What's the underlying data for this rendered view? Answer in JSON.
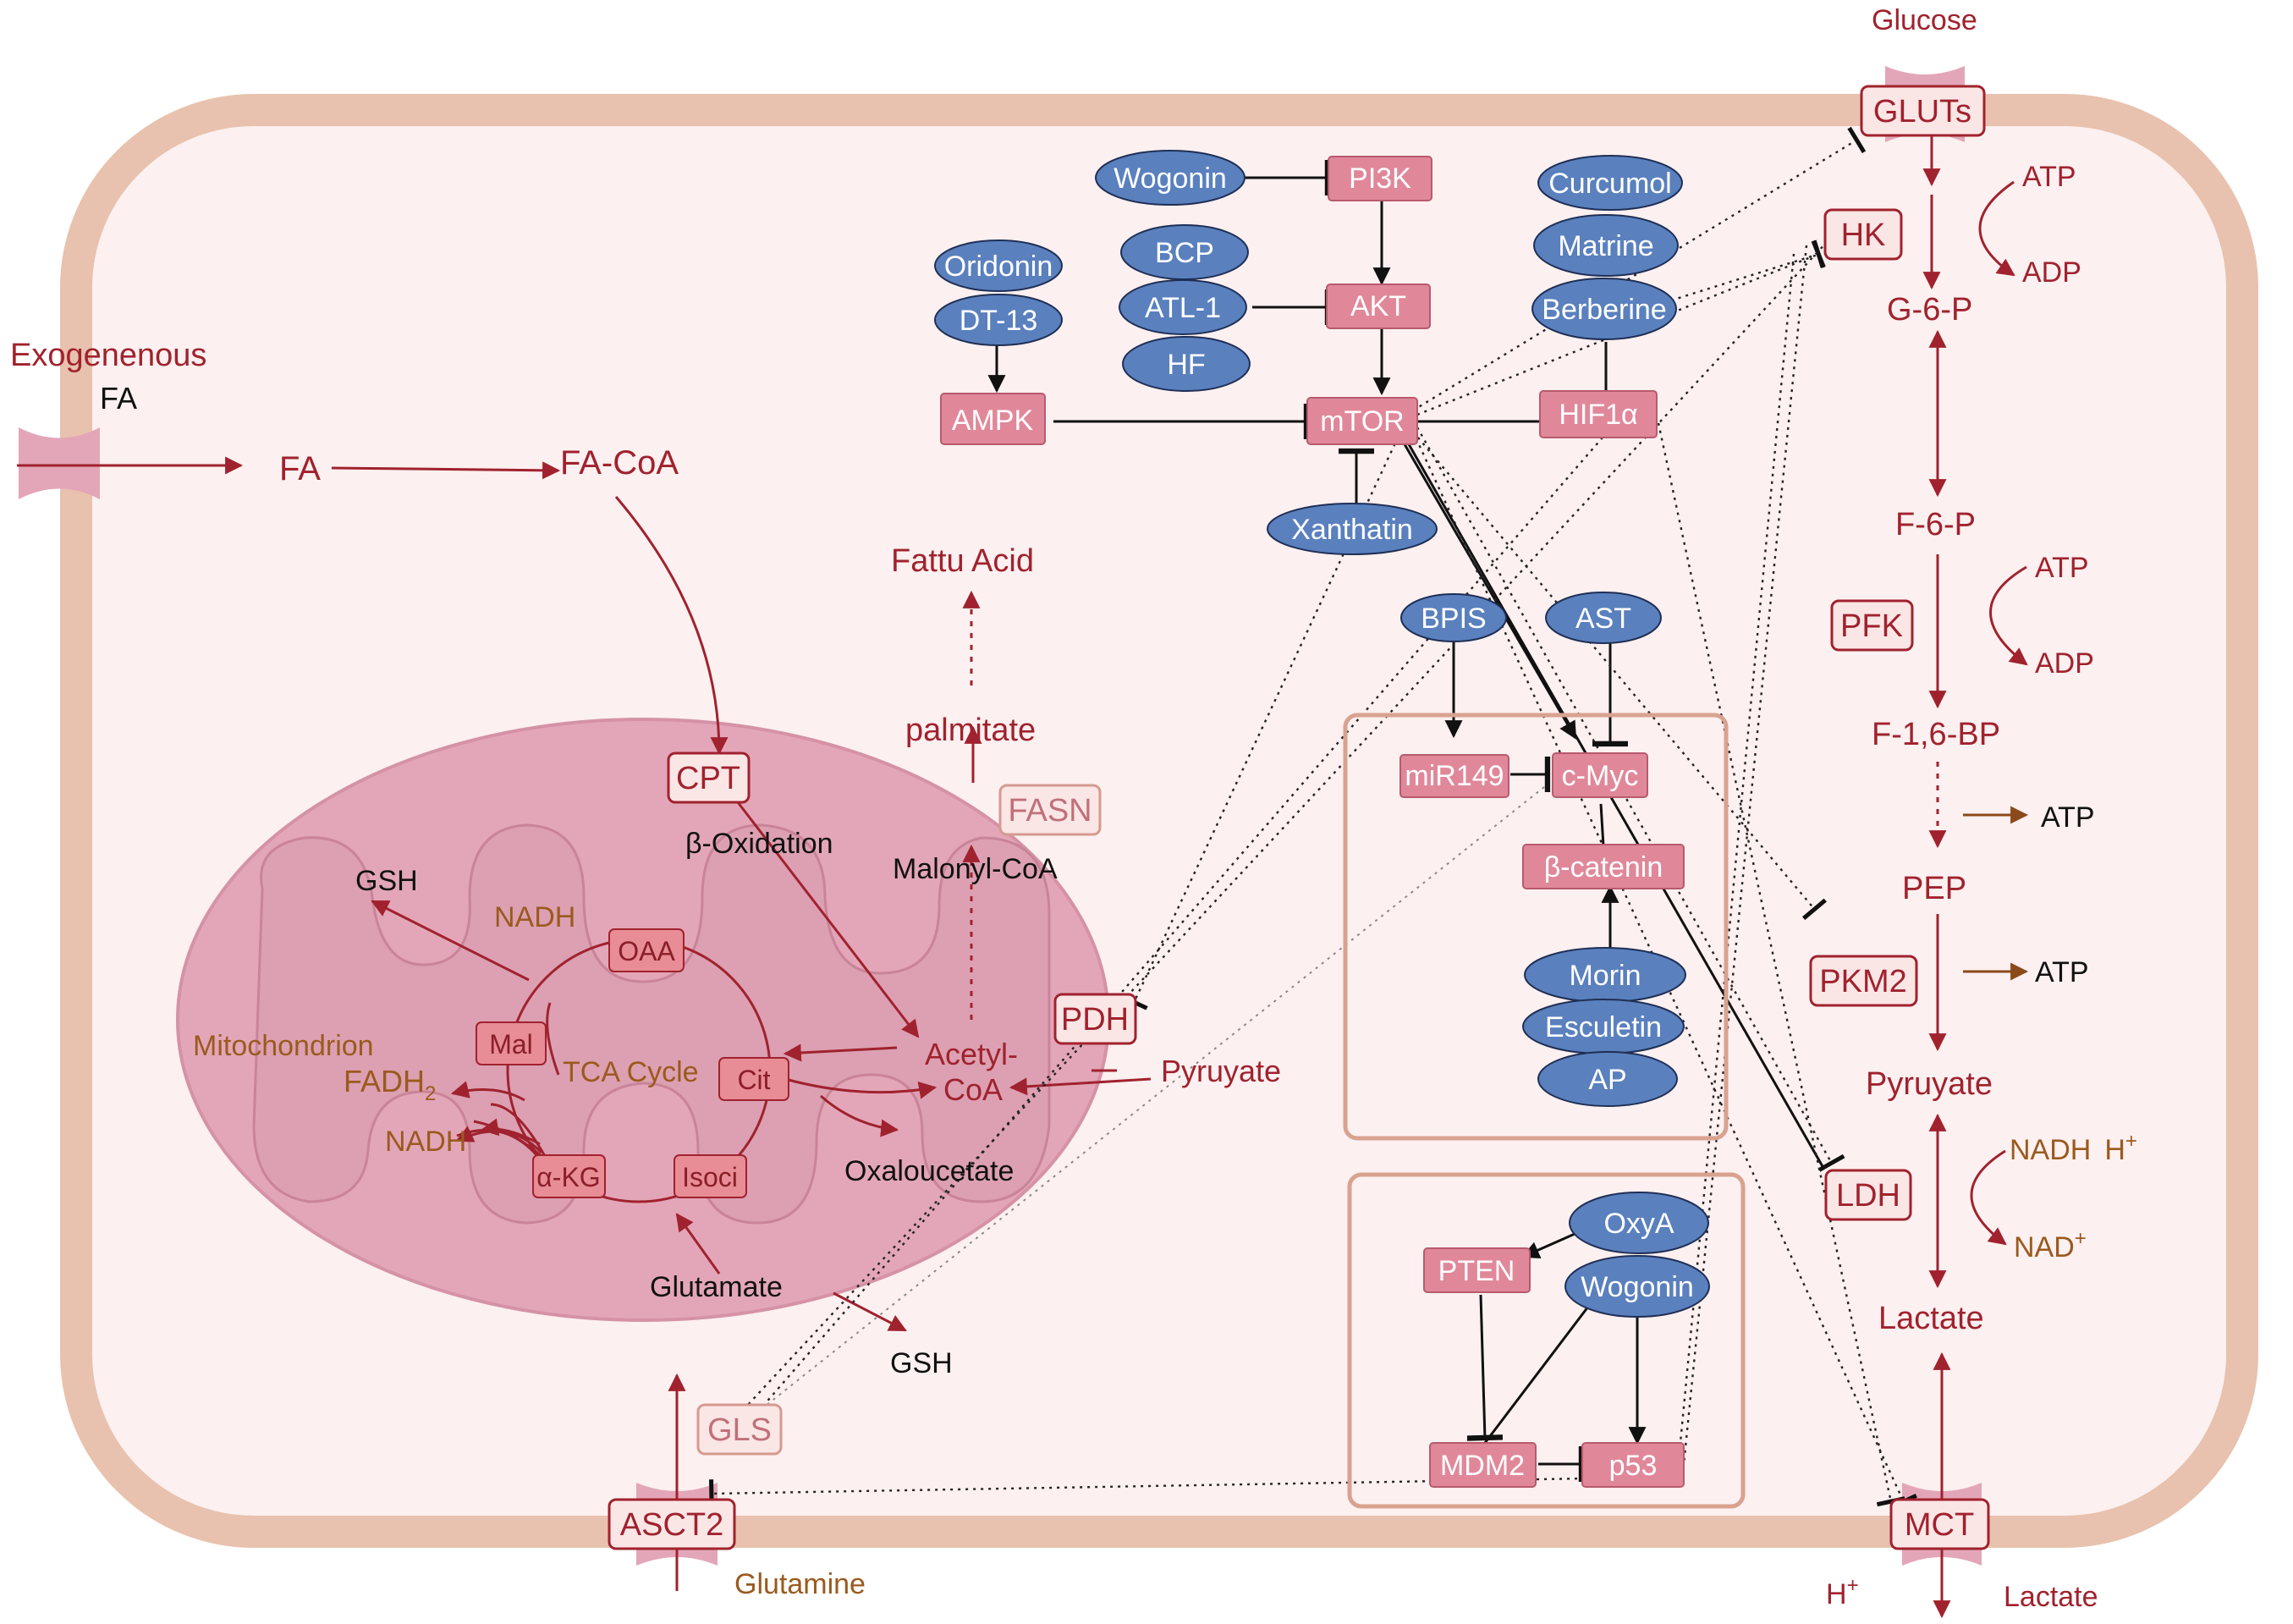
{
  "labels": {
    "glucose": "Glucose",
    "exogenous": "Exogenenous",
    "fa_ext": "FA",
    "fa": "FA",
    "fa_coa": "FA-CoA",
    "fattu_acid": "Fattu Acid",
    "palmitate": "palmitate",
    "malonyl_coa": "Malonyl-CoA",
    "beta_oxidation": "β-Oxidation",
    "gsh_mito": "GSH",
    "nadh_mito": "NADH",
    "mitochondrion": "Mitochondrion",
    "fadh2": "FADH",
    "fadh2_sub": "2",
    "nadh_mito2": "NADH",
    "tca_cycle": "TCA Cycle",
    "acetyl_coa_1": "Acetyl-",
    "acetyl_coa_2": "CoA",
    "pyruvate_mito": "Pyruyate",
    "oxaloacetate": "Oxaloucetate",
    "glutamate": "Glutamate",
    "gsh_out": "GSH",
    "glutamine": "Glutamine",
    "atp1": "ATP",
    "adp1": "ADP",
    "g6p": "G-6-P",
    "f6p": "F-6-P",
    "atp2": "ATP",
    "adp2": "ADP",
    "f16bp": "F-1,6-BP",
    "atp3": "ATP",
    "pep": "PEP",
    "atp4": "ATP",
    "pyruvate": "Pyruyate",
    "nadh_h": "NADH",
    "h_plus_1": "H",
    "nad": "NAD",
    "lactate": "Lactate",
    "h_plus_2": "H",
    "lactate_out": "Lactate",
    "plus": "+"
  },
  "enzymes": {
    "gluts": "GLUTs",
    "hk": "HK",
    "pfk": "PFK",
    "pkm2": "PKM2",
    "ldh": "LDH",
    "mct": "MCT",
    "cpt": "CPT",
    "fasn": "FASN",
    "pdh": "PDH",
    "gls": "GLS",
    "asct2": "ASCT2",
    "oaa": "OAA",
    "mal": "Mal",
    "cit": "Cit",
    "akg": "α-KG",
    "isoci": "Isoci"
  },
  "signaling": {
    "pi3k": "PI3K",
    "akt": "AKT",
    "mtor": "mTOR",
    "ampk": "AMPK",
    "hif1a": "HIF1α",
    "mir149": "miR149",
    "cmyc": "c-Myc",
    "bcatenin": "β-catenin",
    "pten": "PTEN",
    "mdm2": "MDM2",
    "p53": "p53"
  },
  "compounds": {
    "wogonin": "Wogonin",
    "bcp": "BCP",
    "atl1": "ATL-1",
    "hf": "HF",
    "oridonin": "Oridonin",
    "dt13": "DT-13",
    "curcumol": "Curcumol",
    "matrine": "Matrine",
    "berberine": "Berberine",
    "xanthatin": "Xanthatin",
    "bpis": "BPIS",
    "ast": "AST",
    "morin": "Morin",
    "esculetin": "Esculetin",
    "ap": "AP",
    "oxya": "OxyA",
    "wogonin2": "Wogonin"
  },
  "colors": {
    "membrane": "#e8c2ae",
    "cytoplasm": "#fcf0f0",
    "dark_red": "#a0222e",
    "brown": "#9a5a1e",
    "blue_node": "#5a80be",
    "pink_node": "#e0889a",
    "enzyme_fill": "#fbe6e6",
    "mito_fill": "#e3a6b8"
  }
}
